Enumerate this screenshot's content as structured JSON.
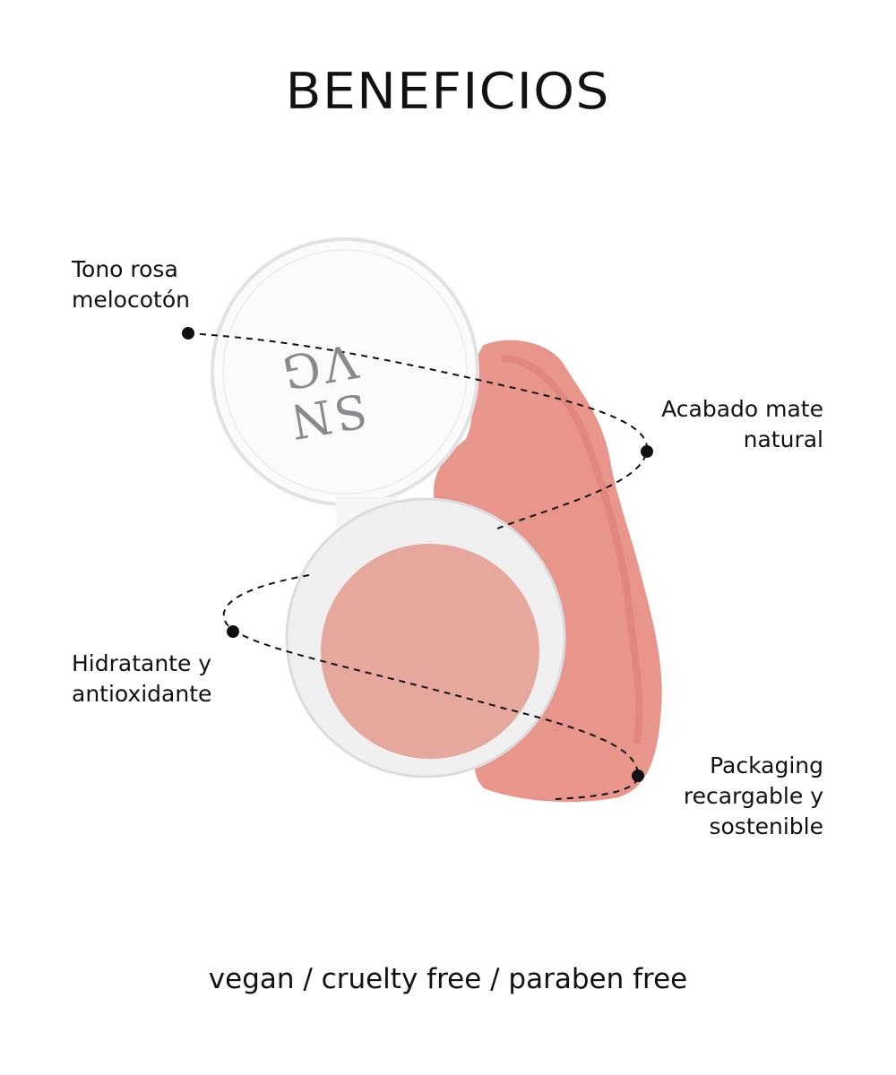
{
  "title": "BENEFICIOS",
  "benefits": [
    {
      "line1": "Tono rosa",
      "line2": "melocotón"
    },
    {
      "line1": "Acabado mate",
      "line2": "natural"
    },
    {
      "line1": "Hidratante y",
      "line2": "antioxidante"
    },
    {
      "line1": "Packaging",
      "line2": "recargable y",
      "line3": "sostenible"
    }
  ],
  "footer": "vegan / cruelty free / paraben free",
  "logo": {
    "line1": "SN",
    "line2": "VG"
  },
  "colors": {
    "blush": "#e9a197",
    "swatch": "#e8938a",
    "lid": "#fafafa",
    "ring": "#ececec"
  }
}
